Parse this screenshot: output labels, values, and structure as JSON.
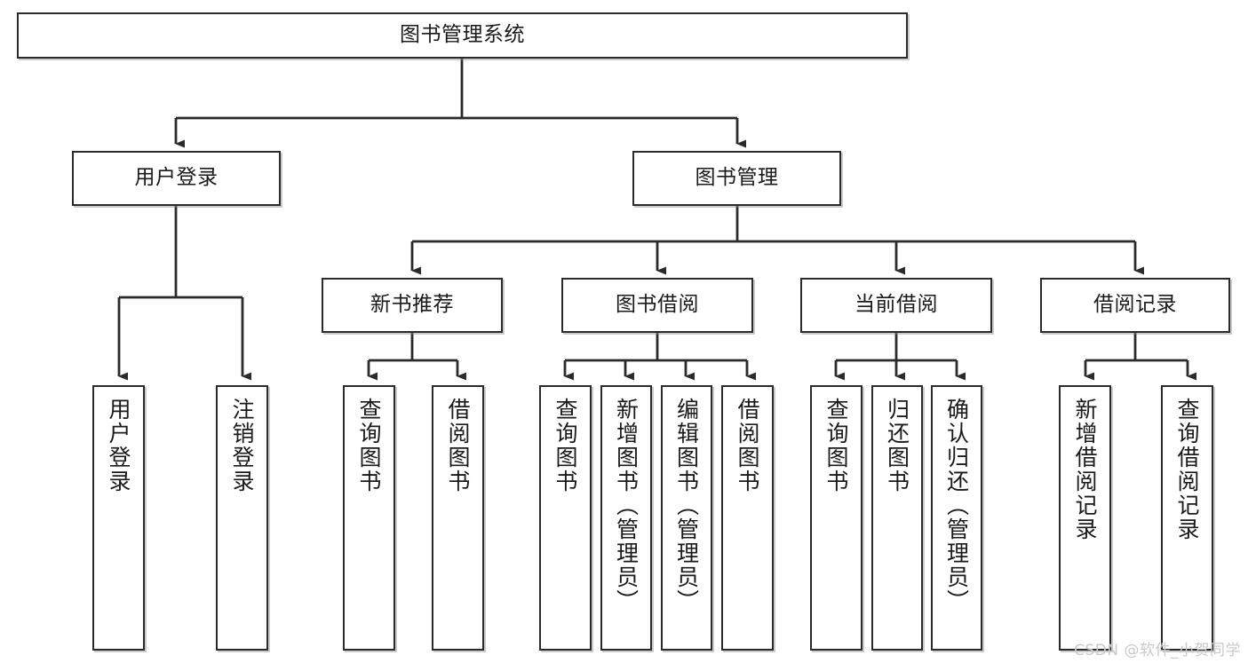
{
  "diagram": {
    "title": "图书管理系统",
    "type": "tree",
    "watermark": "CSDN @软件_小贺同学",
    "colors": {
      "background": "#ffffff",
      "box_border": "#2b2b2b",
      "box_fill": "#ffffff",
      "edge": "#2b2b2b",
      "text": "#1a1a1a",
      "watermark": "#c9c9c9"
    },
    "nodes": {
      "root": {
        "label": "图书管理系统"
      },
      "level2": [
        {
          "label": "用户登录"
        },
        {
          "label": "图书管理"
        }
      ],
      "level3": [
        {
          "label": "新书推荐"
        },
        {
          "label": "图书借阅"
        },
        {
          "label": "当前借阅"
        },
        {
          "label": "借阅记录"
        }
      ],
      "leaves": [
        {
          "label": "用户登录"
        },
        {
          "label": "注销登录"
        },
        {
          "label": "查询图书"
        },
        {
          "label": "借阅图书"
        },
        {
          "label": "查询图书"
        },
        {
          "label": "新增图书（管理员）"
        },
        {
          "label": "编辑图书（管理员）"
        },
        {
          "label": "借阅图书"
        },
        {
          "label": "查询图书"
        },
        {
          "label": "归还图书"
        },
        {
          "label": "确认归还（管理员）"
        },
        {
          "label": "新增借阅记录"
        },
        {
          "label": "查询借阅记录"
        }
      ]
    }
  }
}
